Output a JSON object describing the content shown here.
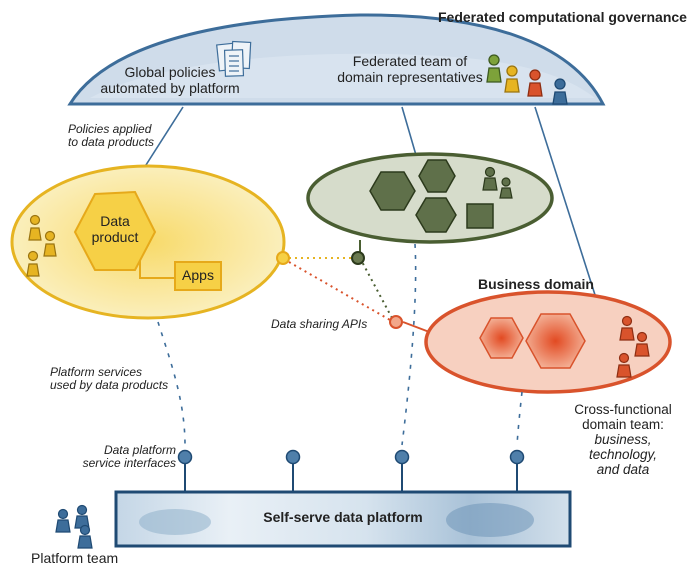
{
  "governance": {
    "title": "Federated computational governance",
    "global_policies": [
      "Global policies",
      "automated by platform"
    ],
    "federated_team": [
      "Federated team of",
      "domain representatives"
    ]
  },
  "yellow_domain": {
    "data_product": [
      "Data",
      "product"
    ],
    "apps": "Apps"
  },
  "business_domain": {
    "title": "Business domain",
    "team": [
      "Cross-functional",
      "domain team:",
      "business,",
      "technology,",
      "and data"
    ]
  },
  "annotations": {
    "policies_applied": [
      "Policies applied",
      "to data products"
    ],
    "data_sharing_apis": "Data sharing APIs",
    "platform_services": [
      "Platform services",
      "used by data products"
    ],
    "service_interfaces": [
      "Data platform",
      "service interfaces"
    ]
  },
  "platform": {
    "title": "Self-serve data platform",
    "team": "Platform team"
  },
  "colors": {
    "blue": "#3d6d9a",
    "blue_fill": "#cfdcea",
    "green": "#4a5e32",
    "green_fill": "#d6dccb",
    "yellow": "#e6b422",
    "yellow_fill": "#faeeb4",
    "orange": "#d9532c",
    "orange_fill": "#f7d0c0",
    "navy": "#1f4a73"
  },
  "icons": [
    "document-stack-icon",
    "person-icon",
    "hexagon-icon",
    "square-icon",
    "api-node-icon"
  ]
}
